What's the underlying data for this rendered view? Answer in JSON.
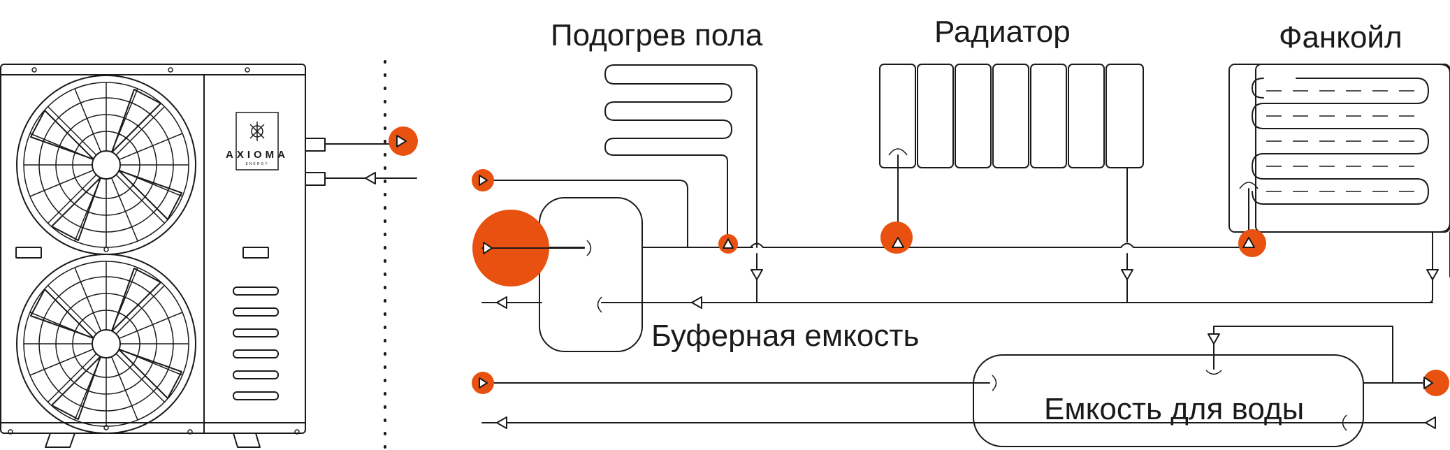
{
  "brand": {
    "name": "AXIOMA",
    "sub": "ENERGY"
  },
  "labels": {
    "floor_heating": "Подогрев пола",
    "radiator": "Радиатор",
    "fancoil": "Фанкойл",
    "buffer_tank": "Буферная емкость",
    "water_tank": "Емкость для воды"
  },
  "colors": {
    "accent": "#e8510f",
    "line": "#1a1a1a",
    "background": "#ffffff"
  }
}
